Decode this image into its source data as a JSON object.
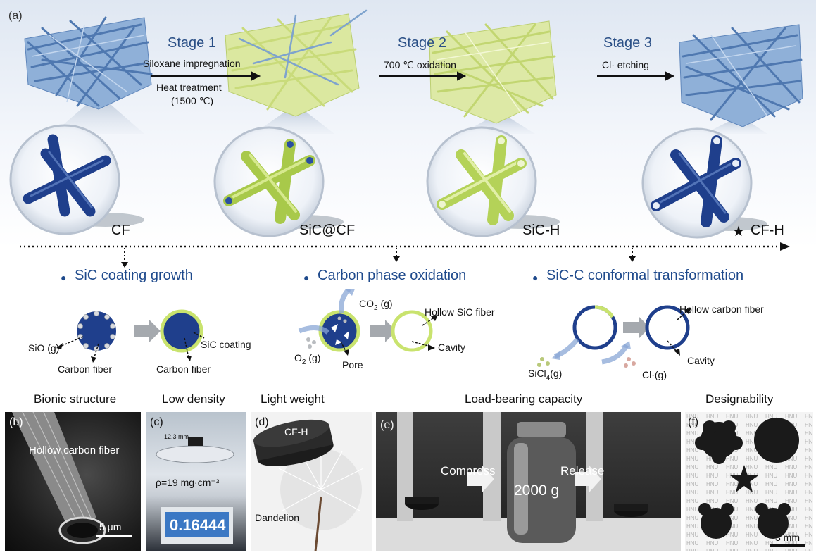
{
  "panel_letters": {
    "a": "(a)",
    "b": "(b)",
    "c": "(c)",
    "d": "(d)",
    "e": "(e)",
    "f": "(f)"
  },
  "stages": {
    "stage1": {
      "title": "Stage 1",
      "line1": "Siloxane impregnation",
      "line2": "Heat treatment",
      "line3": "(1500 ℃)"
    },
    "stage2": {
      "title": "Stage 2",
      "line1": "700 ℃ oxidation"
    },
    "stage3": {
      "title": "Stage 3",
      "line1": "Cl· etching"
    }
  },
  "materials": {
    "cf": "CF",
    "sic_cf": "SiC@CF",
    "sic_h": "SiC-H",
    "cf_h": "CF-H",
    "star": "★"
  },
  "mechanisms": {
    "m1": {
      "title": "SiC coating growth",
      "sio": "SiO (g)",
      "carbon_fiber_1": "Carbon fiber",
      "sic_coating": "SiC coating",
      "carbon_fiber_2": "Carbon fiber"
    },
    "m2": {
      "title": "Carbon phase oxidation",
      "co2": "CO",
      "co2_sub": "2",
      "co2_g": " (g)",
      "hollow_sic": "Hollow SiC fiber",
      "o2": "O",
      "o2_sub": "2",
      "o2_g": " (g)",
      "pore": "Pore",
      "cavity": "Cavity"
    },
    "m3": {
      "title": "SiC-C conformal transformation",
      "hollow_carbon": "Hollow carbon fiber",
      "sicl4": "SiCl",
      "sicl4_sub": "4",
      "sicl4_g": "(g)",
      "cl": "Cl·(g)",
      "cavity": "Cavity"
    }
  },
  "photo_titles": {
    "bionic": "Bionic structure",
    "density": "Low density",
    "weight": "Light weight",
    "load": "Load-bearing capacity",
    "design": "Designability"
  },
  "photos": {
    "b": {
      "label": "Hollow carbon fiber",
      "scale": "5 μm"
    },
    "c": {
      "rho": "ρ=19 mg·cm⁻³",
      "reading": "0.16444",
      "dim": "12.3 mm"
    },
    "d": {
      "sample": "CF-H",
      "plant": "Dandelion"
    },
    "e": {
      "compress": "Compress",
      "mass": "2000 g",
      "release": "Release"
    },
    "f": {
      "watermark": "HNU",
      "scale": "3 mm"
    }
  },
  "colors": {
    "cf_blue": "#1f3f8c",
    "sic_green": "#c8e06a",
    "stage_text": "#2a4f86",
    "bullet": "#1f4a8c"
  }
}
